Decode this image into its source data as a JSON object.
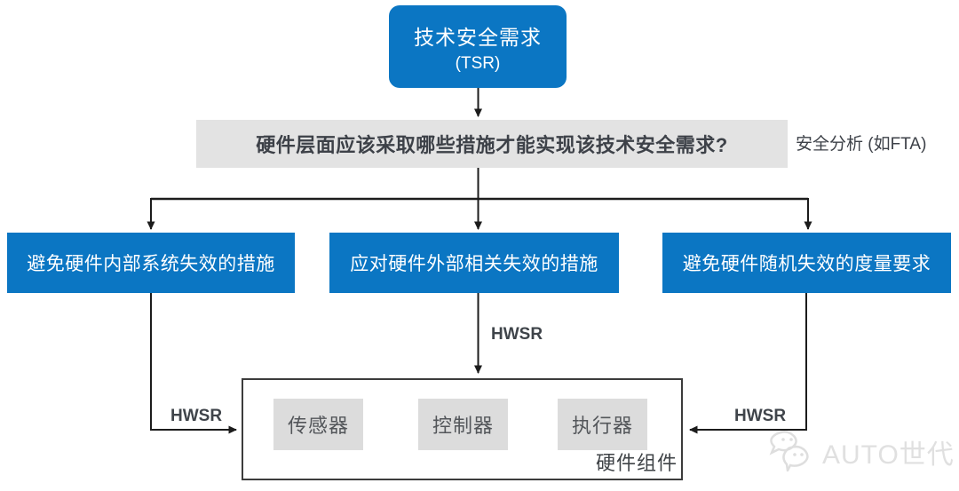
{
  "diagram": {
    "tsr_box": {
      "line1": "技术安全需求",
      "line2": "(TSR)"
    },
    "question_box": {
      "text": "硬件层面应该采取哪些措施才能实现该技术安全需求?"
    },
    "side_note": "安全分析 (如FTA)",
    "measures": [
      {
        "label": "避免硬件内部系统失效的措施"
      },
      {
        "label": "应对硬件外部相关失效的措施"
      },
      {
        "label": "避免硬件随机失效的度量要求"
      }
    ],
    "hwsr": {
      "left": "HWSR",
      "middle": "HWSR",
      "right": "HWSR"
    },
    "hardware_box": {
      "label": "硬件组件",
      "components": [
        {
          "label": "传感器"
        },
        {
          "label": "控制器"
        },
        {
          "label": "执行器"
        }
      ]
    },
    "watermark": {
      "text": "AUTO世代",
      "icon": "wechat-icon"
    }
  },
  "colors": {
    "node_blue": "#0b76c3",
    "question_bg": "#e3e3e3",
    "component_bg": "#dcdcdc",
    "connector_line": "#1c1c1c",
    "text_dark": "#3d4148",
    "watermark_gray": "#e0e0e0"
  }
}
